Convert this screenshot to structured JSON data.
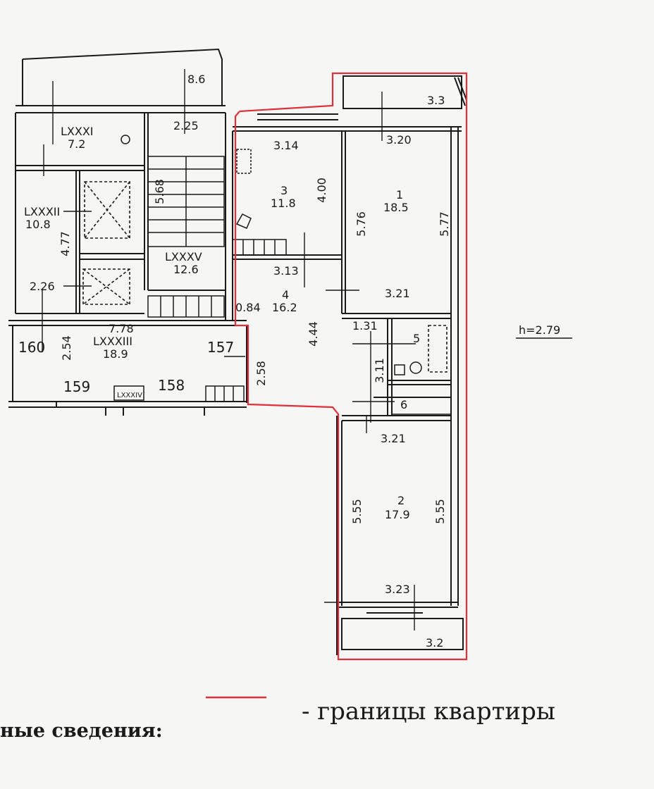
{
  "legend": {
    "text": "- границы квартиры",
    "line_color": "#e0303a"
  },
  "section_heading": "ные сведения:",
  "ceiling_height": "h=2.79",
  "rooms": {
    "r1": {
      "number": "1",
      "area": "18.5"
    },
    "r2": {
      "number": "2",
      "area": "17.9"
    },
    "r3": {
      "number": "3",
      "area": "11.8"
    },
    "r4": {
      "number": "4",
      "area": "16.2"
    },
    "r5": {
      "number": "5"
    },
    "r6": {
      "number": "6"
    }
  },
  "common_areas": {
    "lxxxi": {
      "name": "LXXXI",
      "area": "7.2"
    },
    "lxxxii": {
      "name": "LXXXII",
      "area": "10.8"
    },
    "lxxxiii": {
      "name": "LXXXIII",
      "area": "18.9"
    },
    "lxxxv": {
      "name": "LXXXV",
      "area": "12.6"
    },
    "lxxxiv": {
      "name": "LXXXIV"
    }
  },
  "neighbor_numbers": [
    "157",
    "158",
    "159",
    "160"
  ],
  "dimensions": {
    "top_8_6": "8.6",
    "d_2_25": "2.25",
    "d_5_68": "5.68",
    "d_4_77": "4.77",
    "d_2_26": "2.26",
    "d_7_78": "7.78",
    "d_2_54": "2.54",
    "d_2_58": "2.58",
    "d_3_14": "3.14",
    "d_4_00": "4.00",
    "d_3_13": "3.13",
    "d_0_84": "0.84",
    "d_4_44": "4.44",
    "d_3_3": "3.3",
    "d_3_20": "3.20",
    "d_5_76": "5.76",
    "d_5_77": "5.77",
    "d_3_21_a": "3.21",
    "d_1_31": "1.31",
    "d_3_11": "3.11",
    "d_3_21_b": "3.21",
    "d_5_55_l": "5.55",
    "d_5_55_r": "5.55",
    "d_3_23": "3.23",
    "d_3_2": "3.2"
  }
}
